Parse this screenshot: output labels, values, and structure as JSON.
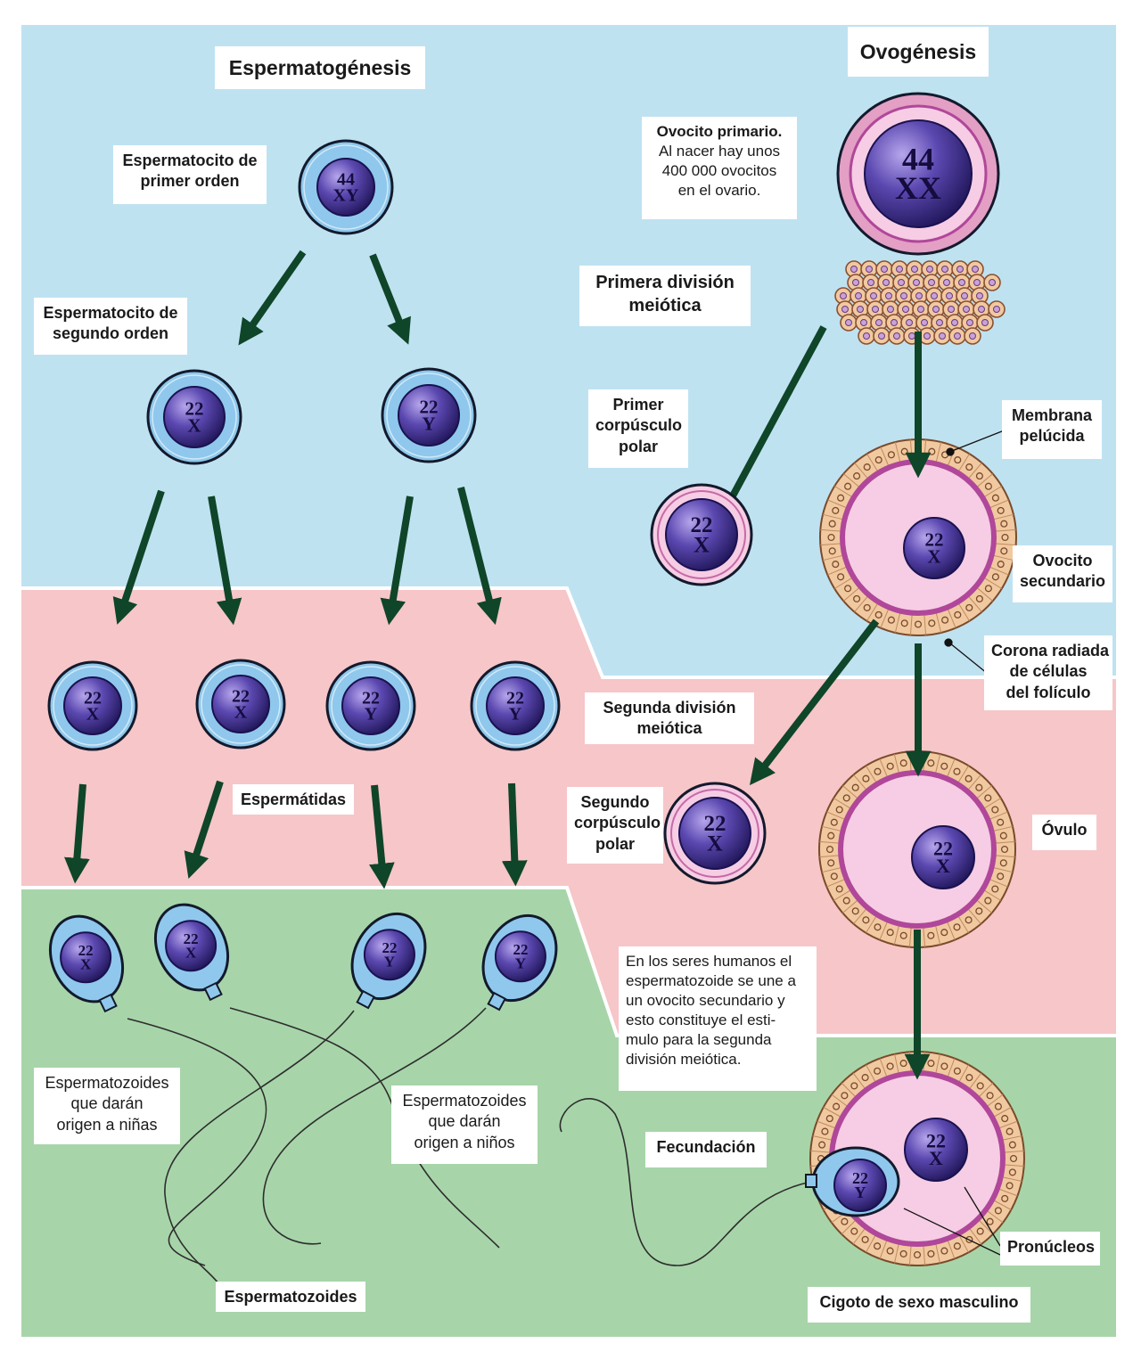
{
  "colors": {
    "zone_top": "#bfe2f1",
    "zone_middle": "#f6c6c9",
    "zone_bottom": "#a7d5a9",
    "male_cytoplasm": "#8fc8ec",
    "female_cytoplasm": "#f6cde4",
    "nucleus": "#3a2b87",
    "arrow": "#0f4528",
    "follicle_cell": "#f1c9a0"
  },
  "icons": {
    "cell": "cell-icon",
    "nucleus": "nucleus-icon",
    "arrow": "arrow-icon",
    "follicle": "follicle-cell-icon",
    "sperm": "sperm-icon"
  },
  "titles": {
    "spermatogenesis": "Espermatogénesis",
    "oogenesis": "Ovogénesis"
  },
  "labels": {
    "primary_spermatocyte": [
      "Espermatocito de",
      "primer orden"
    ],
    "secondary_spermatocyte": [
      "Espermatocito de",
      "segundo orden"
    ],
    "spermatids": "Espermátidas",
    "sperm_girls": [
      "Espermatozoides",
      "que darán",
      "origen a niñas"
    ],
    "sperm_boys": [
      "Espermatozoides",
      "que darán",
      "origen a niños"
    ],
    "spermatozoa": "Espermatozoides",
    "primary_oocyte_title": "Ovocito primario.",
    "primary_oocyte_text": [
      "Al nacer hay unos",
      "400 000 ovocitos",
      "en el ovario."
    ],
    "first_meiotic_division": [
      "Primera división",
      "meiótica"
    ],
    "first_polar_body": [
      "Primer",
      "corpúsculo",
      "polar"
    ],
    "zona_pellucida": [
      "Membrana",
      "pelúcida"
    ],
    "secondary_oocyte": [
      "Ovocito",
      "secundario"
    ],
    "corona_radiata": [
      "Corona radiada",
      "de células",
      "del folículo"
    ],
    "second_meiotic_division": [
      "Segunda división",
      "meiótica"
    ],
    "second_polar_body": [
      "Segundo",
      "corpúsculo",
      "polar"
    ],
    "ovum": "Óvulo",
    "fertilization_note": [
      "En los seres humanos el",
      "espermatozoide se une a",
      "un ovocito secundario y",
      "esto constituye el esti-",
      "mulo para la segunda",
      "división meiótica."
    ],
    "fertilization": "Fecundación",
    "pronuclei": "Pronúcleos",
    "zygote": "Cigoto de sexo masculino"
  },
  "cells": {
    "primary_spermatocyte": [
      "44",
      "XY"
    ],
    "secondary_x": [
      "22",
      "X"
    ],
    "secondary_y": [
      "22",
      "Y"
    ],
    "spermatid_1": [
      "22",
      "X"
    ],
    "spermatid_2": [
      "22",
      "X"
    ],
    "spermatid_3": [
      "22",
      "Y"
    ],
    "spermatid_4": [
      "22",
      "Y"
    ],
    "sperm_1": [
      "22",
      "X"
    ],
    "sperm_2": [
      "22",
      "X"
    ],
    "sperm_3": [
      "22",
      "Y"
    ],
    "sperm_4": [
      "22",
      "Y"
    ],
    "primary_oocyte": [
      "44",
      "XX"
    ],
    "first_polar_body": [
      "22",
      "X"
    ],
    "secondary_oocyte": [
      "22",
      "X"
    ],
    "second_polar_body": [
      "22",
      "X"
    ],
    "ovum": [
      "22",
      "X"
    ],
    "zygote_female_pronucleus": [
      "22",
      "X"
    ],
    "zygote_male_pronucleus": [
      "22",
      "Y"
    ]
  }
}
